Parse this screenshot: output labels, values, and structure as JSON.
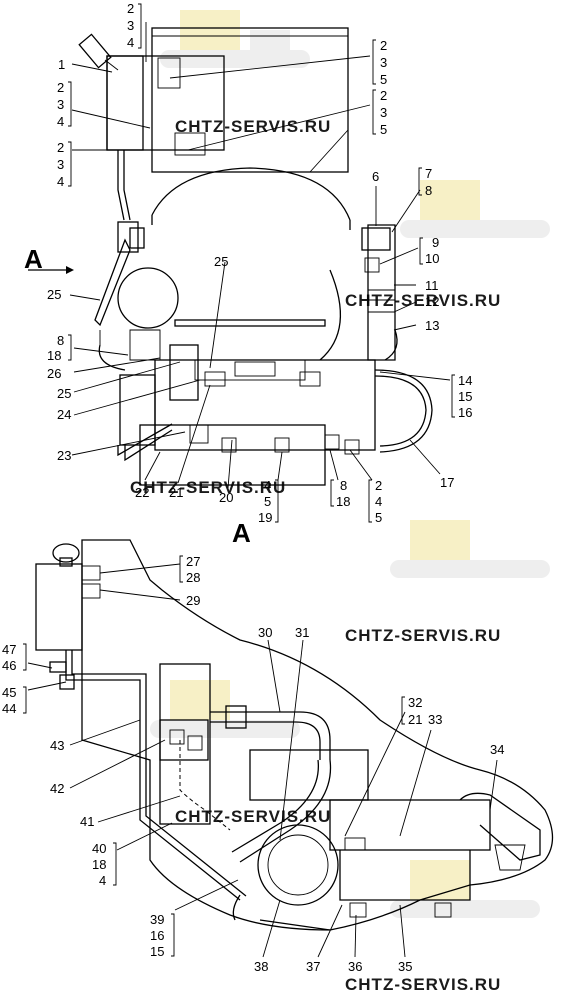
{
  "watermark": {
    "text": "CHTZ-SERVIS.RU"
  },
  "view_marker": {
    "arrow_label": "A",
    "view_label": "A"
  },
  "top_view": {
    "labels": {
      "l1": "1",
      "l2_3_4_top": [
        "2",
        "3",
        "4"
      ],
      "l2_3_5_a": [
        "2",
        "3",
        "5"
      ],
      "l2_3_4_b": [
        "2",
        "3",
        "4"
      ],
      "l2_3_5_b": [
        "2",
        "3",
        "5"
      ],
      "l2_3_4_c": [
        "2",
        "3",
        "4"
      ],
      "l6": "6",
      "l7_8": [
        "7",
        "8"
      ],
      "l9_10": [
        "9",
        "10"
      ],
      "l11": "11",
      "l12": "12",
      "l13": "13",
      "l14_15_16": [
        "14",
        "15",
        "16"
      ],
      "l17": "17",
      "l2_4_5": [
        "2",
        "4",
        "5"
      ],
      "l8_18": [
        "8",
        "18"
      ],
      "l4_5_19": [
        "4",
        "5",
        "19"
      ],
      "l20": "20",
      "l21": "21",
      "l22": "22",
      "l23": "23",
      "l24": "24",
      "l25a": "25",
      "l25b": "25",
      "l25c": "25",
      "l26": "26",
      "l8_18_left": [
        "8",
        "18"
      ]
    }
  },
  "side_view": {
    "labels": {
      "l27_28": [
        "27",
        "28"
      ],
      "l29": "29",
      "l30": "30",
      "l31": "31",
      "l32_21": [
        "32",
        "21"
      ],
      "l33": "33",
      "l34": "34",
      "l35": "35",
      "l36": "36",
      "l37": "37",
      "l38": "38",
      "l39_16_15": [
        "39",
        "16",
        "15"
      ],
      "l40_18_4": [
        "40",
        "18",
        "4"
      ],
      "l41": "41",
      "l42": "42",
      "l43": "43",
      "l45_44": [
        "45",
        "44"
      ],
      "l47_46": [
        "47",
        "46"
      ]
    }
  }
}
